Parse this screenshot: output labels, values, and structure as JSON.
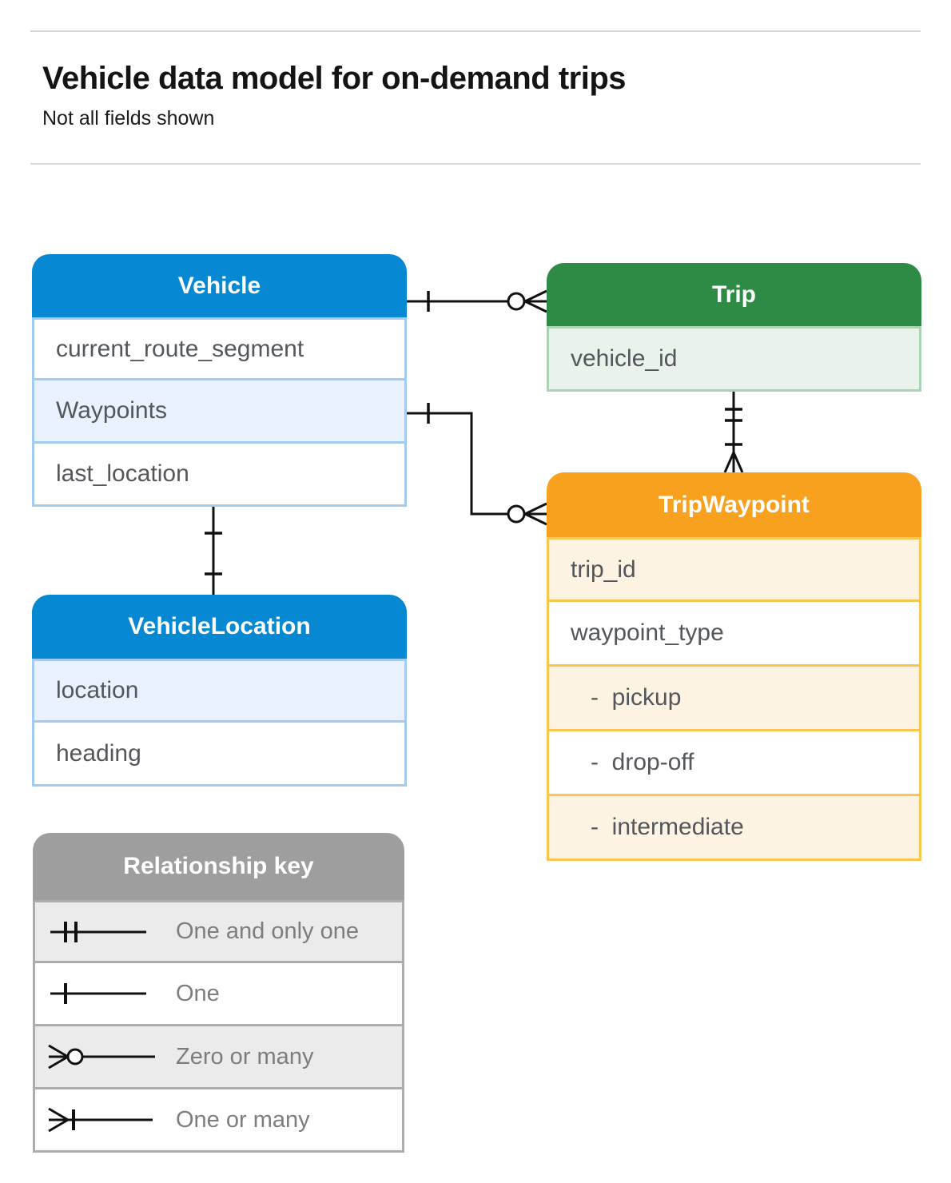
{
  "page": {
    "title": "Vehicle data model for on-demand trips",
    "subtitle": "Not all fields shown"
  },
  "tables": {
    "vehicle": {
      "title": "Vehicle",
      "header_color": "#0688d2",
      "fields": [
        "current_route_segment",
        "Waypoints",
        "last_location"
      ]
    },
    "trip": {
      "title": "Trip",
      "header_color": "#2e8b45",
      "fields": [
        "vehicle_id"
      ]
    },
    "trip_waypoint": {
      "title": "TripWaypoint",
      "header_color": "#f8a11e",
      "fields": [
        "trip_id",
        "waypoint_type",
        "-  pickup",
        "-  drop-off",
        "-  intermediate"
      ]
    },
    "vehicle_location": {
      "title": "VehicleLocation",
      "header_color": "#0688d2",
      "fields": [
        "location",
        "heading"
      ]
    }
  },
  "legend": {
    "title": "Relationship key",
    "header_color": "#9e9e9e",
    "items": [
      {
        "symbol": "one-and-only-one",
        "label": "One and only one"
      },
      {
        "symbol": "one",
        "label": "One"
      },
      {
        "symbol": "zero-or-many",
        "label": "Zero or many"
      },
      {
        "symbol": "one-or-many",
        "label": "One or many"
      }
    ]
  },
  "relationships": [
    {
      "from": "Vehicle",
      "to": "Trip",
      "from_cardinality": "one",
      "to_cardinality": "zero-or-many"
    },
    {
      "from": "Vehicle.Waypoints",
      "to": "TripWaypoint",
      "from_cardinality": "one",
      "to_cardinality": "zero-or-many"
    },
    {
      "from": "Trip",
      "to": "TripWaypoint",
      "from_cardinality": "one-and-only-one",
      "to_cardinality": "one-or-many"
    },
    {
      "from": "Vehicle",
      "to": "VehicleLocation",
      "from_cardinality": "one",
      "to_cardinality": "one"
    }
  ]
}
